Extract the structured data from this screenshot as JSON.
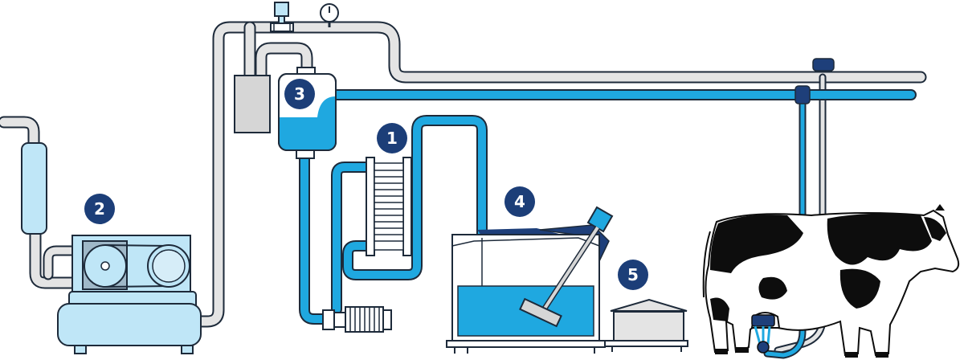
{
  "badges": {
    "heat_exchanger": "1",
    "vacuum_pump": "2",
    "receiver": "3",
    "milk_tank": "4",
    "washer": "5"
  },
  "colors": {
    "outline": "#1d2a3a",
    "pipe_gray": "#e4e4e4",
    "milk_line": "#1fa8e0",
    "light_blue": "#bfe6f7",
    "gray_box": "#d6d6d6",
    "navy": "#1e3f7a",
    "badge": "#1c3e78",
    "cow_black": "#0d0d0d"
  }
}
